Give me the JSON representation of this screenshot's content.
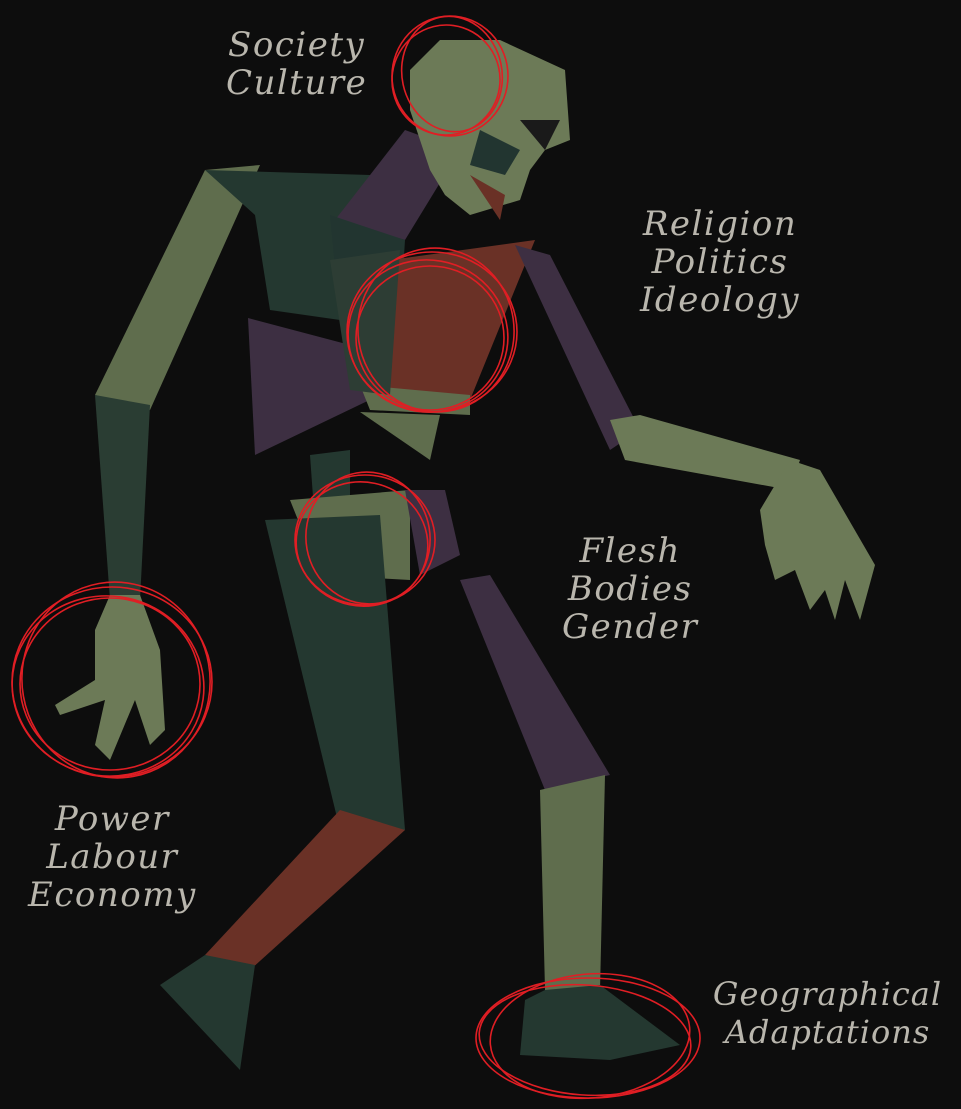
{
  "labels": {
    "society": [
      "Society",
      "Culture"
    ],
    "religion": [
      "Religion",
      "Politics",
      "Ideology"
    ],
    "flesh": [
      "Flesh",
      "Bodies",
      "Gender"
    ],
    "power": [
      "Power",
      "Labour",
      "Economy"
    ],
    "geo": [
      "Geographical",
      "Adaptations"
    ]
  },
  "colors": {
    "background": "#0d0d0d",
    "sage": "#6c7a57",
    "dark_teal": "#243830",
    "plum": "#3d2f42",
    "rust": "#6a3126",
    "circle_red": "#e01e24",
    "label_text": "#b9b6ad"
  }
}
